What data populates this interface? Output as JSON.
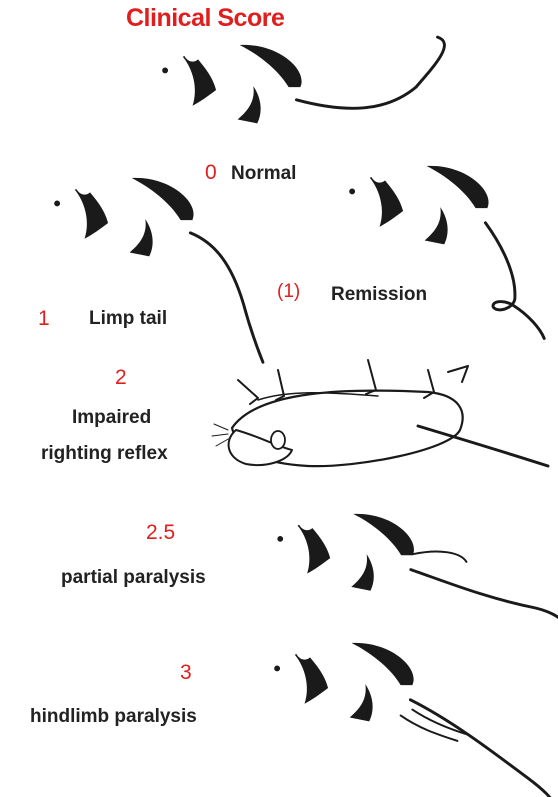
{
  "title": "Clinical Score",
  "scores": [
    {
      "score": "0",
      "description": "Normal"
    },
    {
      "score": "(1)",
      "description": "Remission"
    },
    {
      "score": "1",
      "description": "Limp tail"
    },
    {
      "score": "2",
      "description_lines": [
        "Impaired",
        "righting reflex"
      ]
    },
    {
      "score": "2.5",
      "description": "partial paralysis"
    },
    {
      "score": "3",
      "description": "hindlimb paralysis"
    }
  ],
  "colors": {
    "score_text": "#e01e1e",
    "description_text": "#222222",
    "drawing": "#1a1a1a"
  },
  "icons": [
    "mouse-normal",
    "mouse-remission",
    "mouse-limp-tail",
    "mouse-on-back",
    "mouse-partial-paralysis",
    "mouse-hindlimb-paralysis"
  ]
}
